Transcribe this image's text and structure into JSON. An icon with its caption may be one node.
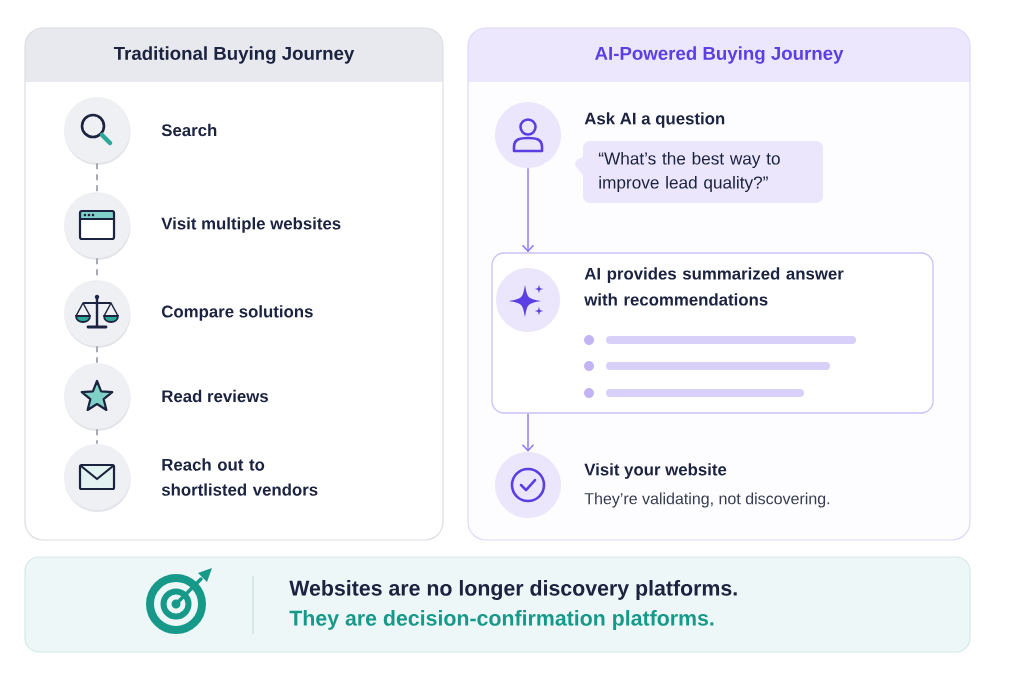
{
  "diagram": {
    "nodes": [
      {
        "text": [
          "Traditional Buying Journey"
        ]
      },
      {
        "text": [],
        "shape": "circle",
        "in": 0,
        "beside": [
          "Search"
        ]
      },
      {
        "text": [],
        "shape": "circle",
        "in": 0,
        "beside": [
          "Visit multiple websites"
        ]
      },
      {
        "text": [],
        "shape": "circle",
        "in": 0,
        "beside": [
          "Compare solutions"
        ]
      },
      {
        "text": [],
        "shape": "circle",
        "in": 0,
        "beside": [
          "Read reviews"
        ]
      },
      {
        "text": [],
        "shape": "circle",
        "in": 0,
        "beside": [
          "Reach out to shortlisted vendors"
        ]
      },
      {
        "text": [
          "AI-Powered Buying Journey"
        ]
      },
      {
        "text": [],
        "shape": "circle",
        "in": 6
      },
      {
        "text": [
          "Ask AI a question",
          "“What’s the best way to improve lead quality?”"
        ],
        "in": 6
      },
      {
        "text": [
          "AI provides summarized answer with recommendations"
        ],
        "in": 6
      },
      {
        "text": [],
        "shape": "circle",
        "in": 9
      },
      {
        "text": [],
        "shape": "circle",
        "in": 6,
        "beside": [
          "Visit your website",
          "They’re validating, not discovering."
        ]
      },
      {
        "text": [
          "Websites are no longer discovery platforms.",
          "They are decision-confirmation platforms."
        ]
      }
    ],
    "edges": [
      {
        "from": 1,
        "to": 2,
        "arrow": "none",
        "style": "dashed"
      },
      {
        "from": 2,
        "to": 3,
        "arrow": "none",
        "style": "dashed"
      },
      {
        "from": 3,
        "to": 4,
        "arrow": "none",
        "style": "dashed"
      },
      {
        "from": 4,
        "to": 5,
        "arrow": "none",
        "style": "dashed"
      },
      {
        "from": 7,
        "to": 9,
        "arrow": "to",
        "color": "#8b74ee"
      },
      {
        "from": 9,
        "to": 11,
        "arrow": "to",
        "color": "#8b74ee"
      }
    ]
  }
}
